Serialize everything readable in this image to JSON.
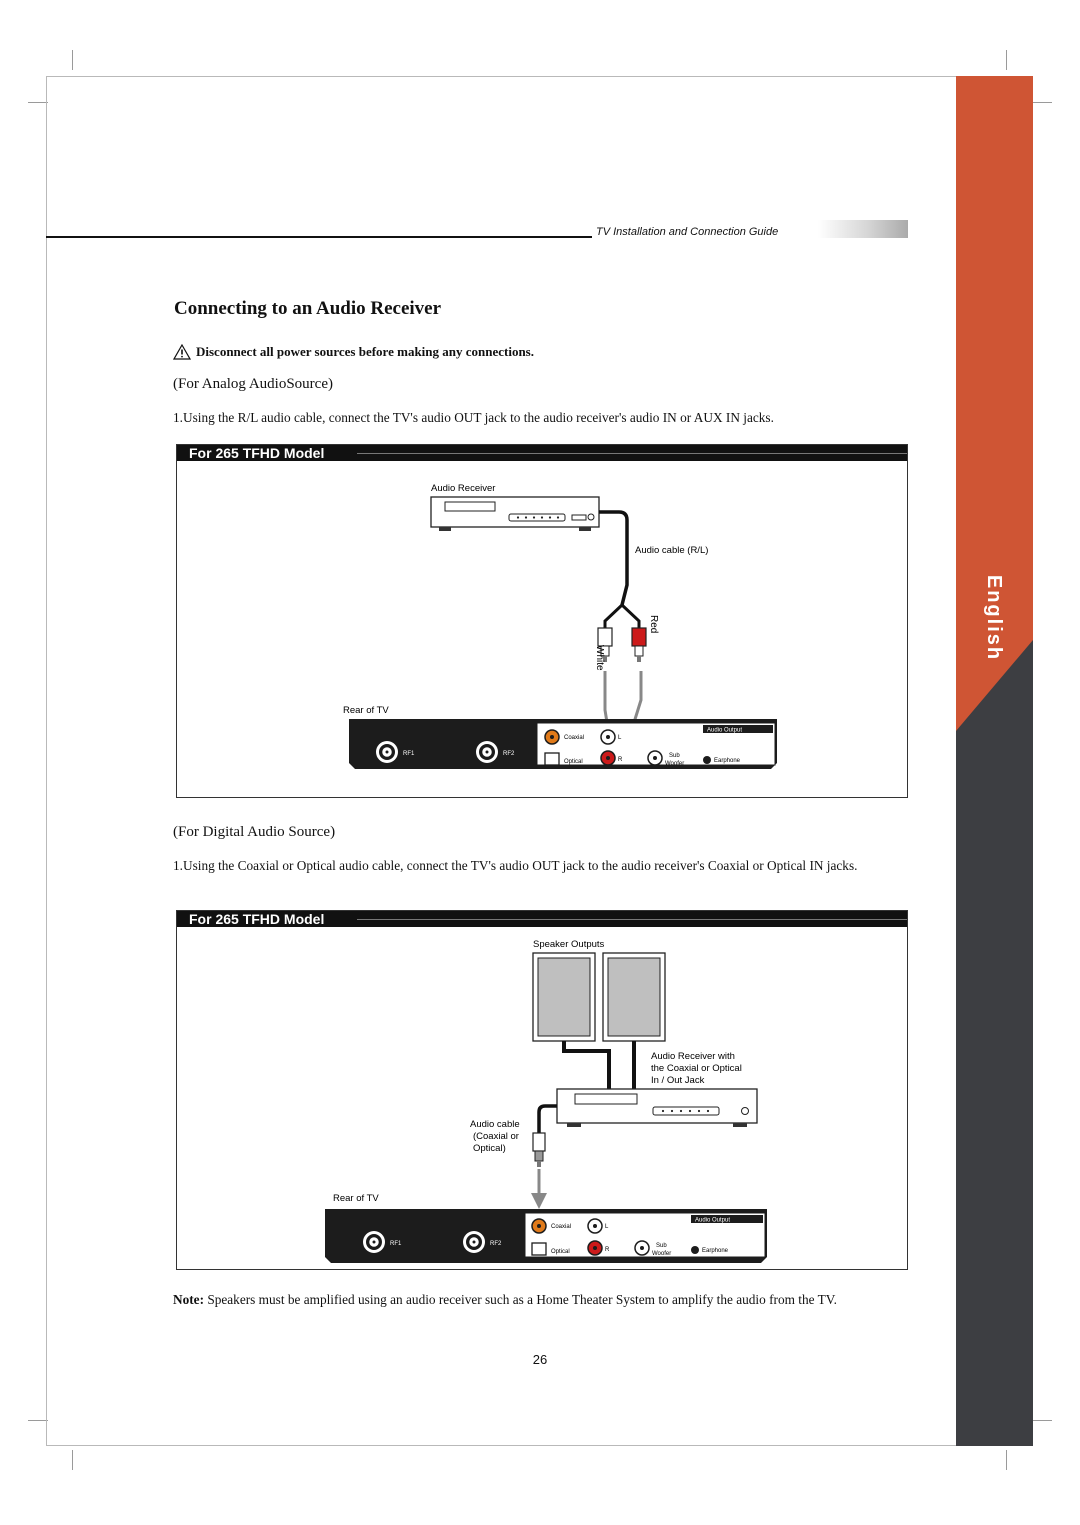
{
  "header": {
    "guide_title": "TV Installation and Connection Guide"
  },
  "sidebar": {
    "language": "English"
  },
  "page": {
    "title": "Connecting to an Audio Receiver",
    "warning": "Disconnect all power sources before making any connections.",
    "number": "26"
  },
  "analog": {
    "heading": "(For Analog AudioSource)",
    "step": "1.Using the R/L audio cable, connect the TV's audio OUT jack to the audio receiver's audio IN or AUX IN jacks.",
    "model": "For 265 TFHD Model",
    "diagram": {
      "receiver": "Audio Receiver",
      "cable": "Audio cable (R/L)",
      "white": "White",
      "red": "Red",
      "rear": "Rear of TV"
    }
  },
  "digital": {
    "heading": "(For Digital Audio Source)",
    "step": "1.Using the Coaxial or Optical audio cable, connect the TV's audio OUT jack to the audio receiver's Coaxial or Optical IN jacks.",
    "model": "For 265 TFHD Model",
    "diagram": {
      "speakers": "Speaker Outputs",
      "receiver_l1": "Audio Receiver with",
      "receiver_l2": "the Coaxial or Optical",
      "receiver_l3": "In / Out Jack",
      "cable_l1": "Audio cable",
      "cable_l2": "(Coaxial or",
      "cable_l3": "Optical)",
      "rear": "Rear of TV"
    }
  },
  "panel": {
    "rf1": "RF1",
    "rf2": "RF2",
    "audio_output": "Audio Output",
    "coaxial": "Coaxial",
    "optical": "Optical",
    "l": "L",
    "r": "R",
    "sub": "Sub",
    "woofer": "Woofer",
    "earphone": "Earphone"
  },
  "note": {
    "label": "Note:",
    "text": " Speakers must be amplified using an audio receiver such as a Home Theater System to amplify the audio from the TV."
  },
  "colors": {
    "sidebar_red": "#cf5534",
    "sidebar_dark": "#3d3e42",
    "jack_red": "#cc1a1a",
    "jack_orange": "#e07a1a"
  }
}
